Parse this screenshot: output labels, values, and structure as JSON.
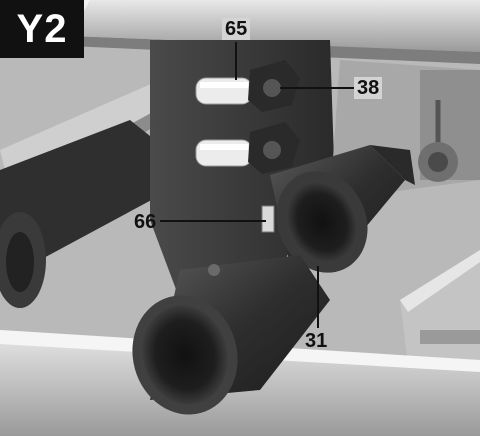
{
  "figure": {
    "id": "Y2"
  },
  "callouts": {
    "c65": "65",
    "c38": "38",
    "c66": "66",
    "c31": "31"
  },
  "palette": {
    "background": "#ffffff",
    "darkPart": "#3a3a3a",
    "lightPart": "#d6d6d6",
    "midPart": "#8a8a8a"
  }
}
